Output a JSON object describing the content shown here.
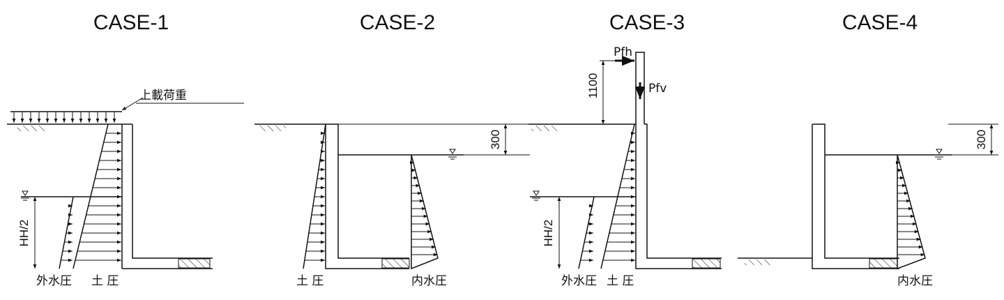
{
  "cases": [
    {
      "title": "CASE-1",
      "surcharge": "上載荷重",
      "hh": "HH/2",
      "label_left": "外水圧",
      "label_right": "土 圧"
    },
    {
      "title": "CASE-2",
      "dim": "300",
      "label_left": "土 圧",
      "label_right": "内水圧"
    },
    {
      "title": "CASE-3",
      "dim": "1100",
      "pfh": "Pfh",
      "pfv": "Pfv",
      "hh": "HH/2",
      "label_left": "外水圧",
      "label_right": "土 圧"
    },
    {
      "title": "CASE-4",
      "dim": "300",
      "label_right": "内水圧"
    }
  ]
}
